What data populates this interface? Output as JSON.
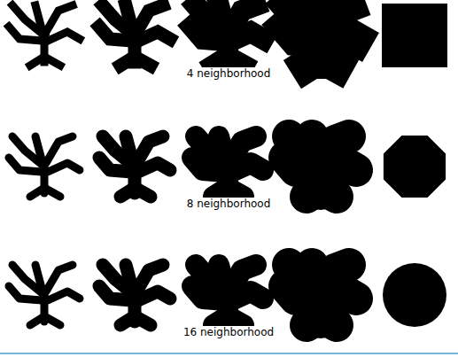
{
  "diagram": {
    "labels": [
      "4 neighborhood",
      "8 neighborhood",
      "16 neighborhood"
    ]
  }
}
